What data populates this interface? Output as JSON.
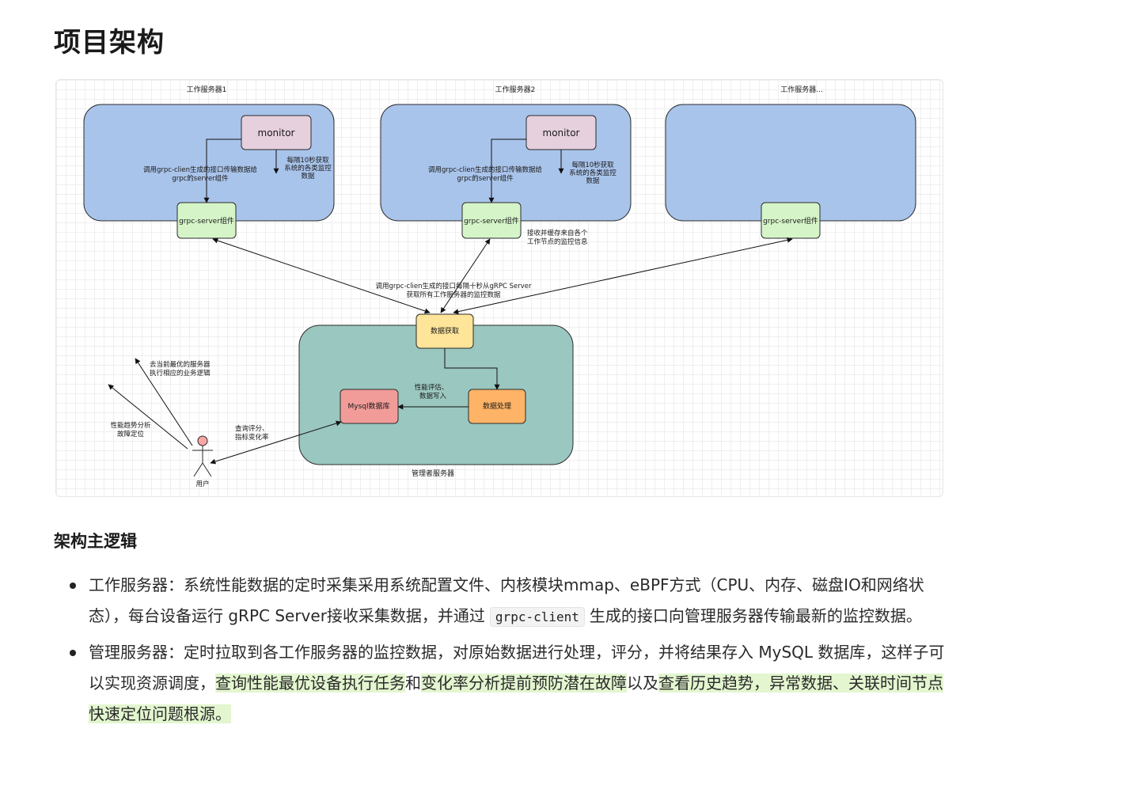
{
  "page_title": "项目架构",
  "diagram": {
    "server_labels": [
      "工作服务器1",
      "工作服务器2",
      "工作服务器..."
    ],
    "monitor_label": "monitor",
    "grpc_server_label": "grpc-server组件",
    "call_grpc_client": "调用grpc-clien生成的接口传输数据给",
    "grpc_server_target": "grpc的server组件",
    "every_10s": [
      "每隔10秒获取",
      "系统的各类监控",
      "数据"
    ],
    "receive_cache": [
      "接收并缓存来自各个",
      "工作节点的监控信息"
    ],
    "fetch_note": [
      "调用grpc-clien生成的接口每隔十秒从gRPC Server",
      "获取所有工作服务器的监控数据"
    ],
    "data_fetch": "数据获取",
    "data_process": "数据处理",
    "mysql": "Mysql数据库",
    "perf_eval": [
      "性能评估、",
      "数据写入"
    ],
    "query_score": [
      "查询评分、",
      "指标变化率"
    ],
    "best_server": [
      "去当前最优的服务器",
      "执行相应的业务逻辑"
    ],
    "trend": [
      "性能趋势分析",
      "故障定位"
    ],
    "user": "用户",
    "manager_label": "管理者服务器",
    "colors": {
      "worker_fill": "#a9c4eb",
      "manager_fill": "#9ac7bf",
      "monitor_fill": "#e6d0de",
      "grpc_fill": "#d5f5c8",
      "fetch_fill": "#ffe599",
      "process_fill": "#ffb366",
      "mysql_fill": "#f19c99",
      "user_head": "#f8a7a7"
    }
  },
  "section_heading": "架构主逻辑",
  "bullets": {
    "b1_pre": "工作服务器：系统性能数据的定时采集采用系统配置文件、内核模块mmap、eBPF方式（CPU、内存、磁盘IO和网络状态），每台设备运行 gRPC Server接收采集数据，并通过",
    "b1_code": "grpc-client",
    "b1_post": "生成的接口向管理服务器传输最新的监控数据。",
    "b2_pre": "管理服务器：定时拉取到各工作服务器的监控数据，对原始数据进行处理，评分，并将结果存入 MySQL 数据库，这样子可以实现资源调度，",
    "b2_hl1": "查询性能最优设备执行任务",
    "b2_mid1": "和",
    "b2_hl2": "变化率分析提前预防潜在故障",
    "b2_mid2": "以及",
    "b2_hl3": "查看历史趋势，异常数据、关联时间节点快速定位问题根源。"
  }
}
